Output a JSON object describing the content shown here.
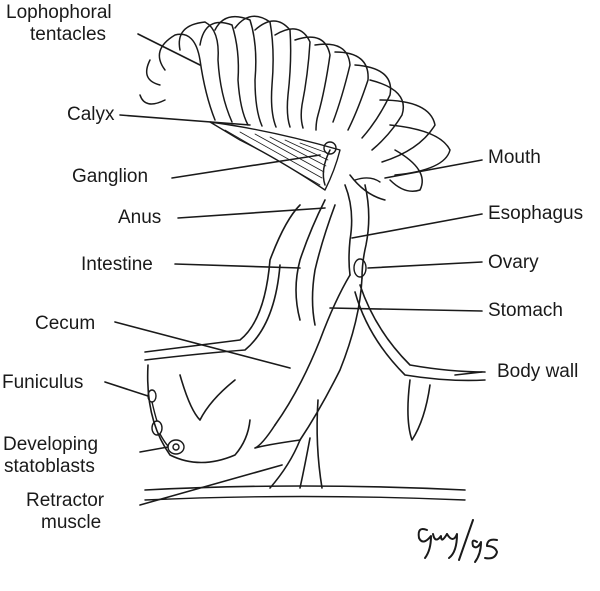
{
  "labels": {
    "lophophoral_tentacles_line1": "Lophophoral",
    "lophophoral_tentacles_line2": "tentacles",
    "calyx": "Calyx",
    "ganglion": "Ganglion",
    "anus": "Anus",
    "intestine": "Intestine",
    "cecum": "Cecum",
    "funiculus": "Funiculus",
    "developing_statoblasts_line1": "Developing",
    "developing_statoblasts_line2": "statoblasts",
    "retractor_muscle_line1": "Retractor",
    "retractor_muscle_line2": "muscle",
    "mouth": "Mouth",
    "esophagus": "Esophagus",
    "ovary": "Ovary",
    "stomach": "Stomach",
    "body_wall": "Body wall"
  },
  "signature": "Guy/95",
  "colors": {
    "ink": "#1a1a1a",
    "background": "#ffffff"
  }
}
